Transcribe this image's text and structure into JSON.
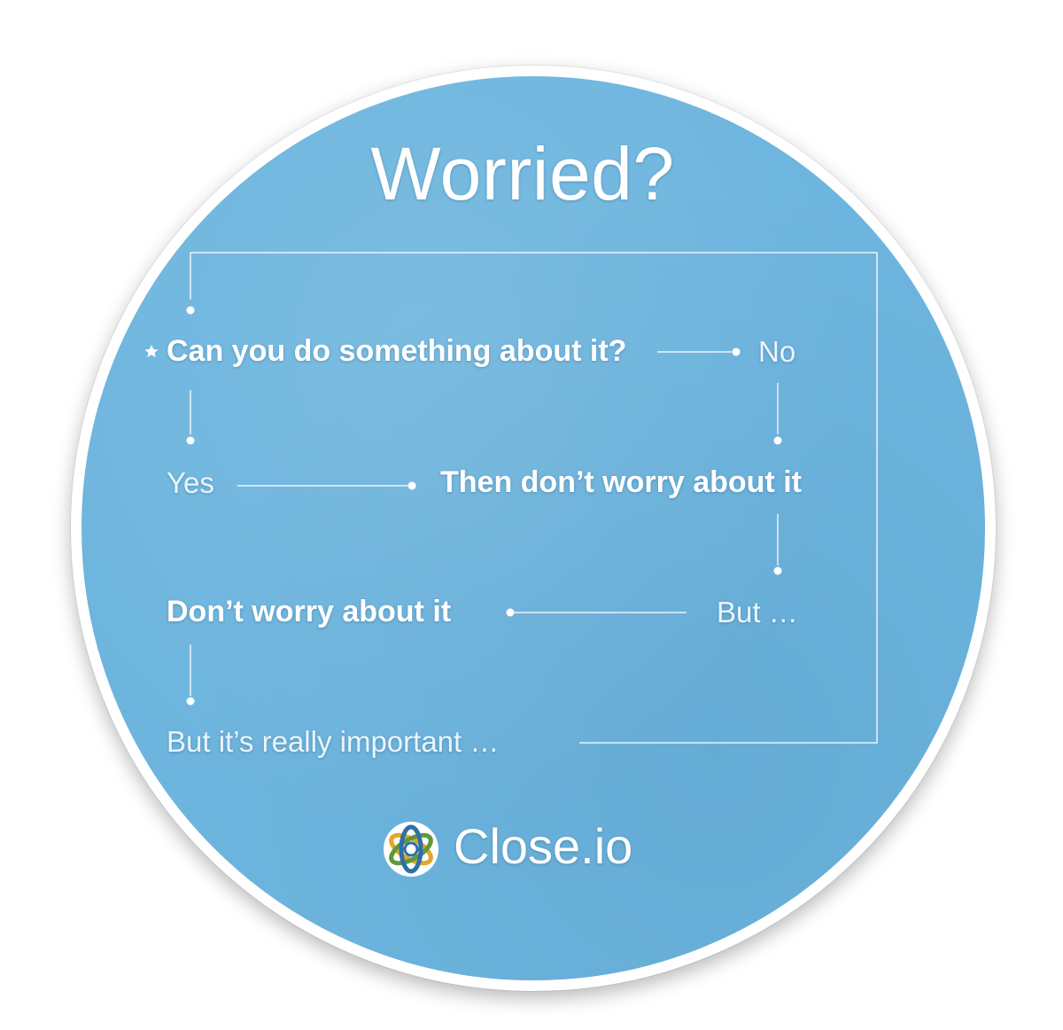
{
  "title": "Worried?",
  "nodes": {
    "question": "Can you do something about it?",
    "no": "No",
    "yes": "Yes",
    "then_dont_worry": "Then don’t worry about it",
    "dont_worry": "Don’t worry about it",
    "but": "But …",
    "but_important": "But it’s really important …"
  },
  "logo": {
    "icon": "atom-orbit-icon",
    "text": "Close.io"
  },
  "colors": {
    "background": "#6db5de",
    "text": "#ffffff",
    "border": "#ffffff"
  }
}
